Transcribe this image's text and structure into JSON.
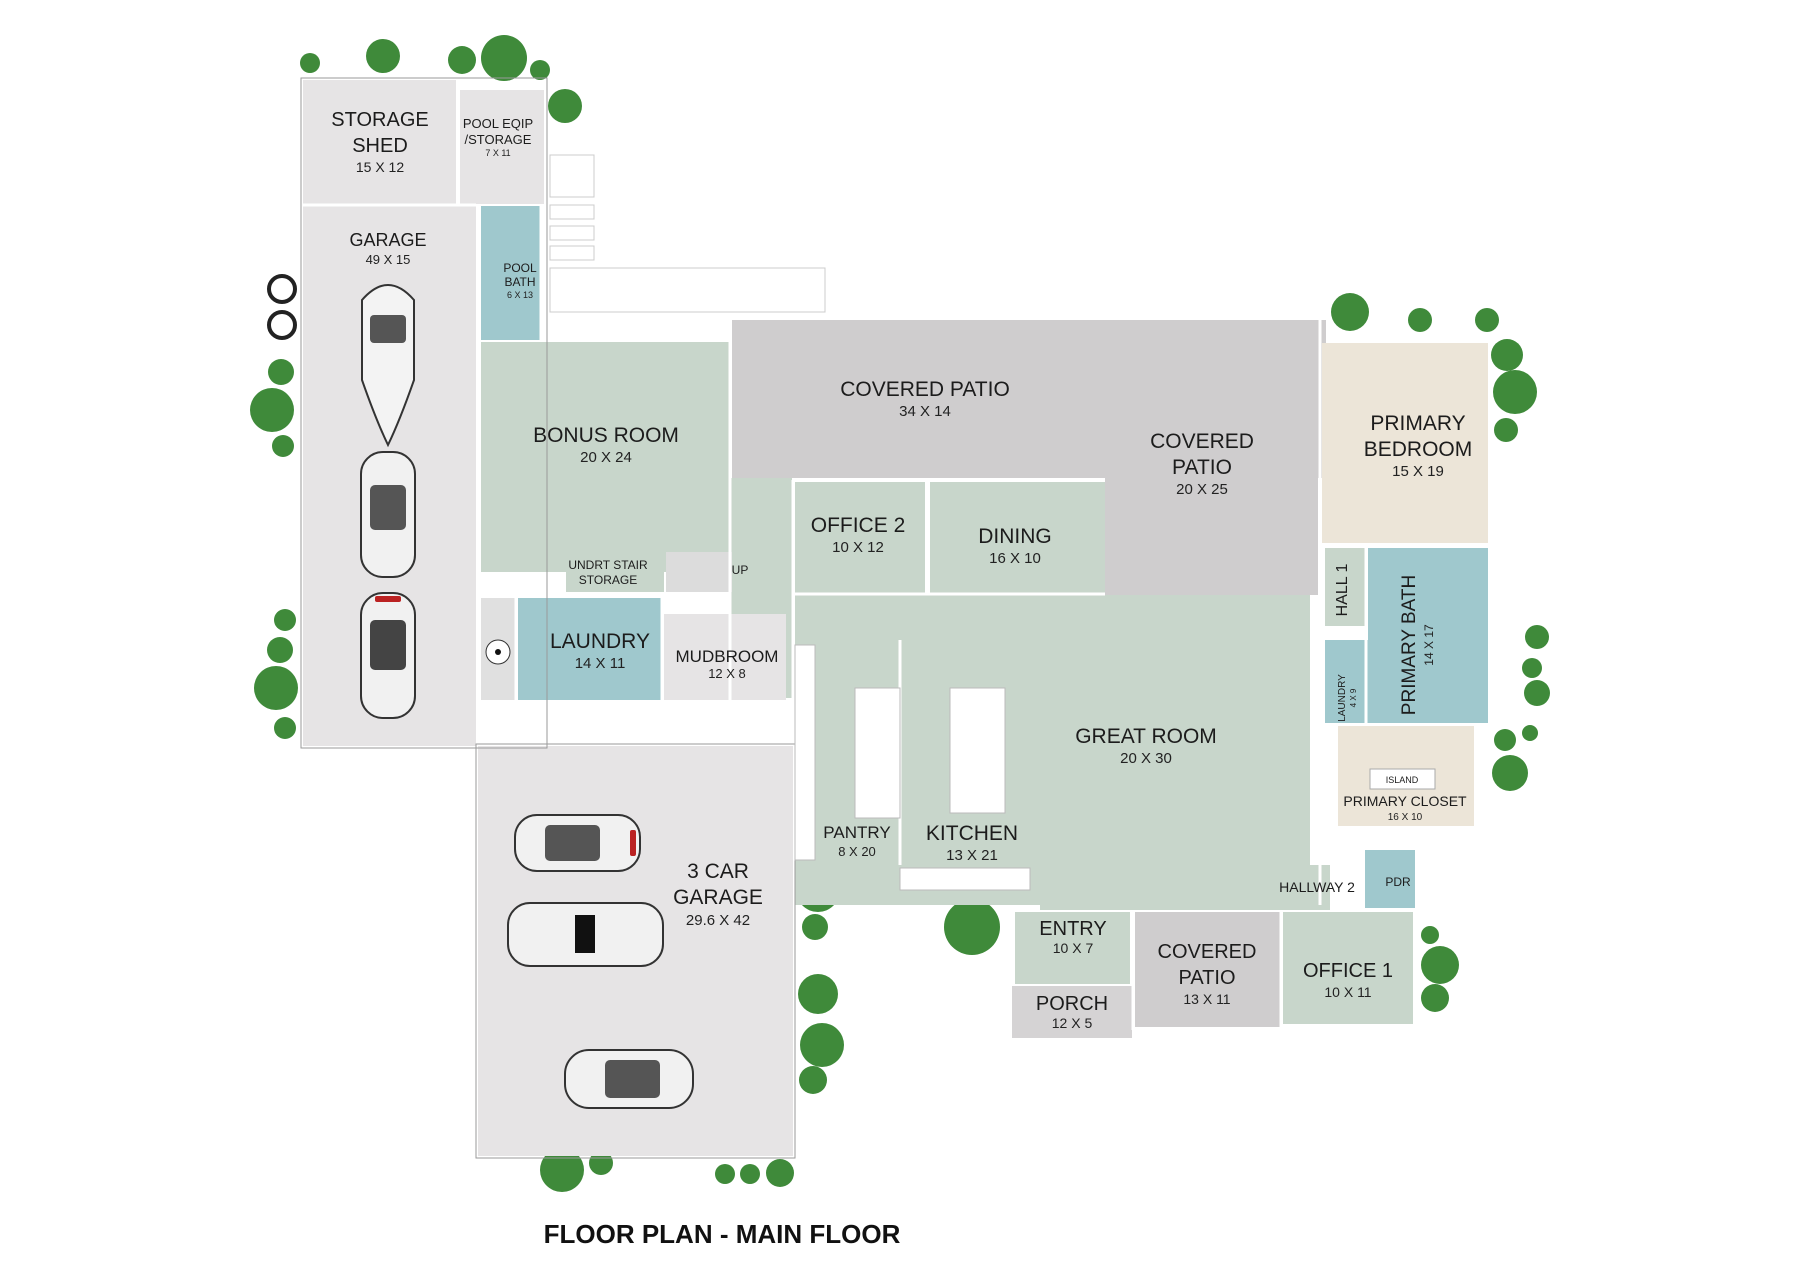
{
  "title": "FLOOR PLAN - MAIN FLOOR",
  "colors": {
    "garage": "#e6e4e5",
    "patio": "#cfcdce",
    "living": "#c8d6cb",
    "wet": "#9fc8cd",
    "bedroom": "#ece5d8",
    "tree": "#3f8a3a"
  },
  "rooms": {
    "storage_shed": {
      "name1": "STORAGE",
      "name2": "SHED",
      "dim": "15 X 12"
    },
    "pool_equip": {
      "name1": "POOL EQIP",
      "name2": "/STORAGE",
      "dim": "7 X 11"
    },
    "garage": {
      "name": "GARAGE",
      "dim": "49 X 15"
    },
    "pool_bath": {
      "name1": "POOL",
      "name2": "BATH",
      "dim": "6 X 13"
    },
    "covered_patio_rear": {
      "name": "COVERED PATIO",
      "dim": "34 X 14"
    },
    "covered_patio_side": {
      "name1": "COVERED",
      "name2": "PATIO",
      "dim": "20 X 25"
    },
    "bonus_room": {
      "name": "BONUS ROOM",
      "dim": "20 X 24"
    },
    "office2": {
      "name": "OFFICE 2",
      "dim": "10 X 12"
    },
    "dining": {
      "name": "DINING",
      "dim": "16 X 10"
    },
    "primary_bedroom": {
      "name1": "PRIMARY",
      "name2": "BEDROOM",
      "dim": "15 X 19"
    },
    "undrt_stair": {
      "name1": "UNDRT STAIR",
      "name2": "STORAGE"
    },
    "up": "UP",
    "laundry": {
      "name": "LAUNDRY",
      "dim": "14 X 11"
    },
    "mudbroom": {
      "name": "MUDBROOM",
      "dim": "12 X 8"
    },
    "hall1": "HALL 1",
    "primary_bath": {
      "name": "PRIMARY BATH",
      "dim": "14 X 17"
    },
    "laundry_small": {
      "name": "LAUNDRY",
      "dim": "4 X 9"
    },
    "great_room": {
      "name": "GREAT ROOM",
      "dim": "20 X 30"
    },
    "island": "ISLAND",
    "primary_closet": {
      "name": "PRIMARY CLOSET",
      "dim": "16 X 10"
    },
    "pantry": {
      "name": "PANTRY",
      "dim": "8 X 20"
    },
    "kitchen": {
      "name": "KITCHEN",
      "dim": "13 X 21"
    },
    "garage3": {
      "name1": "3 CAR",
      "name2": "GARAGE",
      "dim": "29.6 X 42"
    },
    "hallway2": "HALLWAY 2",
    "pdr": "PDR",
    "entry": {
      "name": "ENTRY",
      "dim": "10 X 7"
    },
    "covered_patio_front": {
      "name1": "COVERED",
      "name2": "PATIO",
      "dim": "13 X 11"
    },
    "office1": {
      "name": "OFFICE 1",
      "dim": "10 X 11"
    },
    "porch": {
      "name": "PORCH",
      "dim": "12 X 5"
    }
  }
}
